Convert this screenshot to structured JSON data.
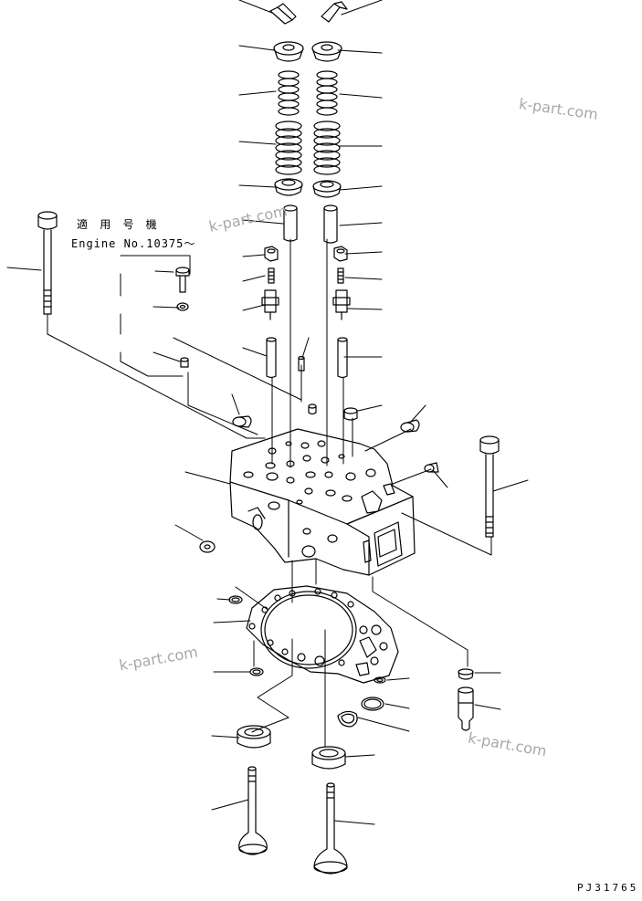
{
  "note": {
    "jp": "適 用 号 機",
    "engine": "Engine No.10375～"
  },
  "drawing_no": "PJ31765",
  "watermark": "k-part.com"
}
